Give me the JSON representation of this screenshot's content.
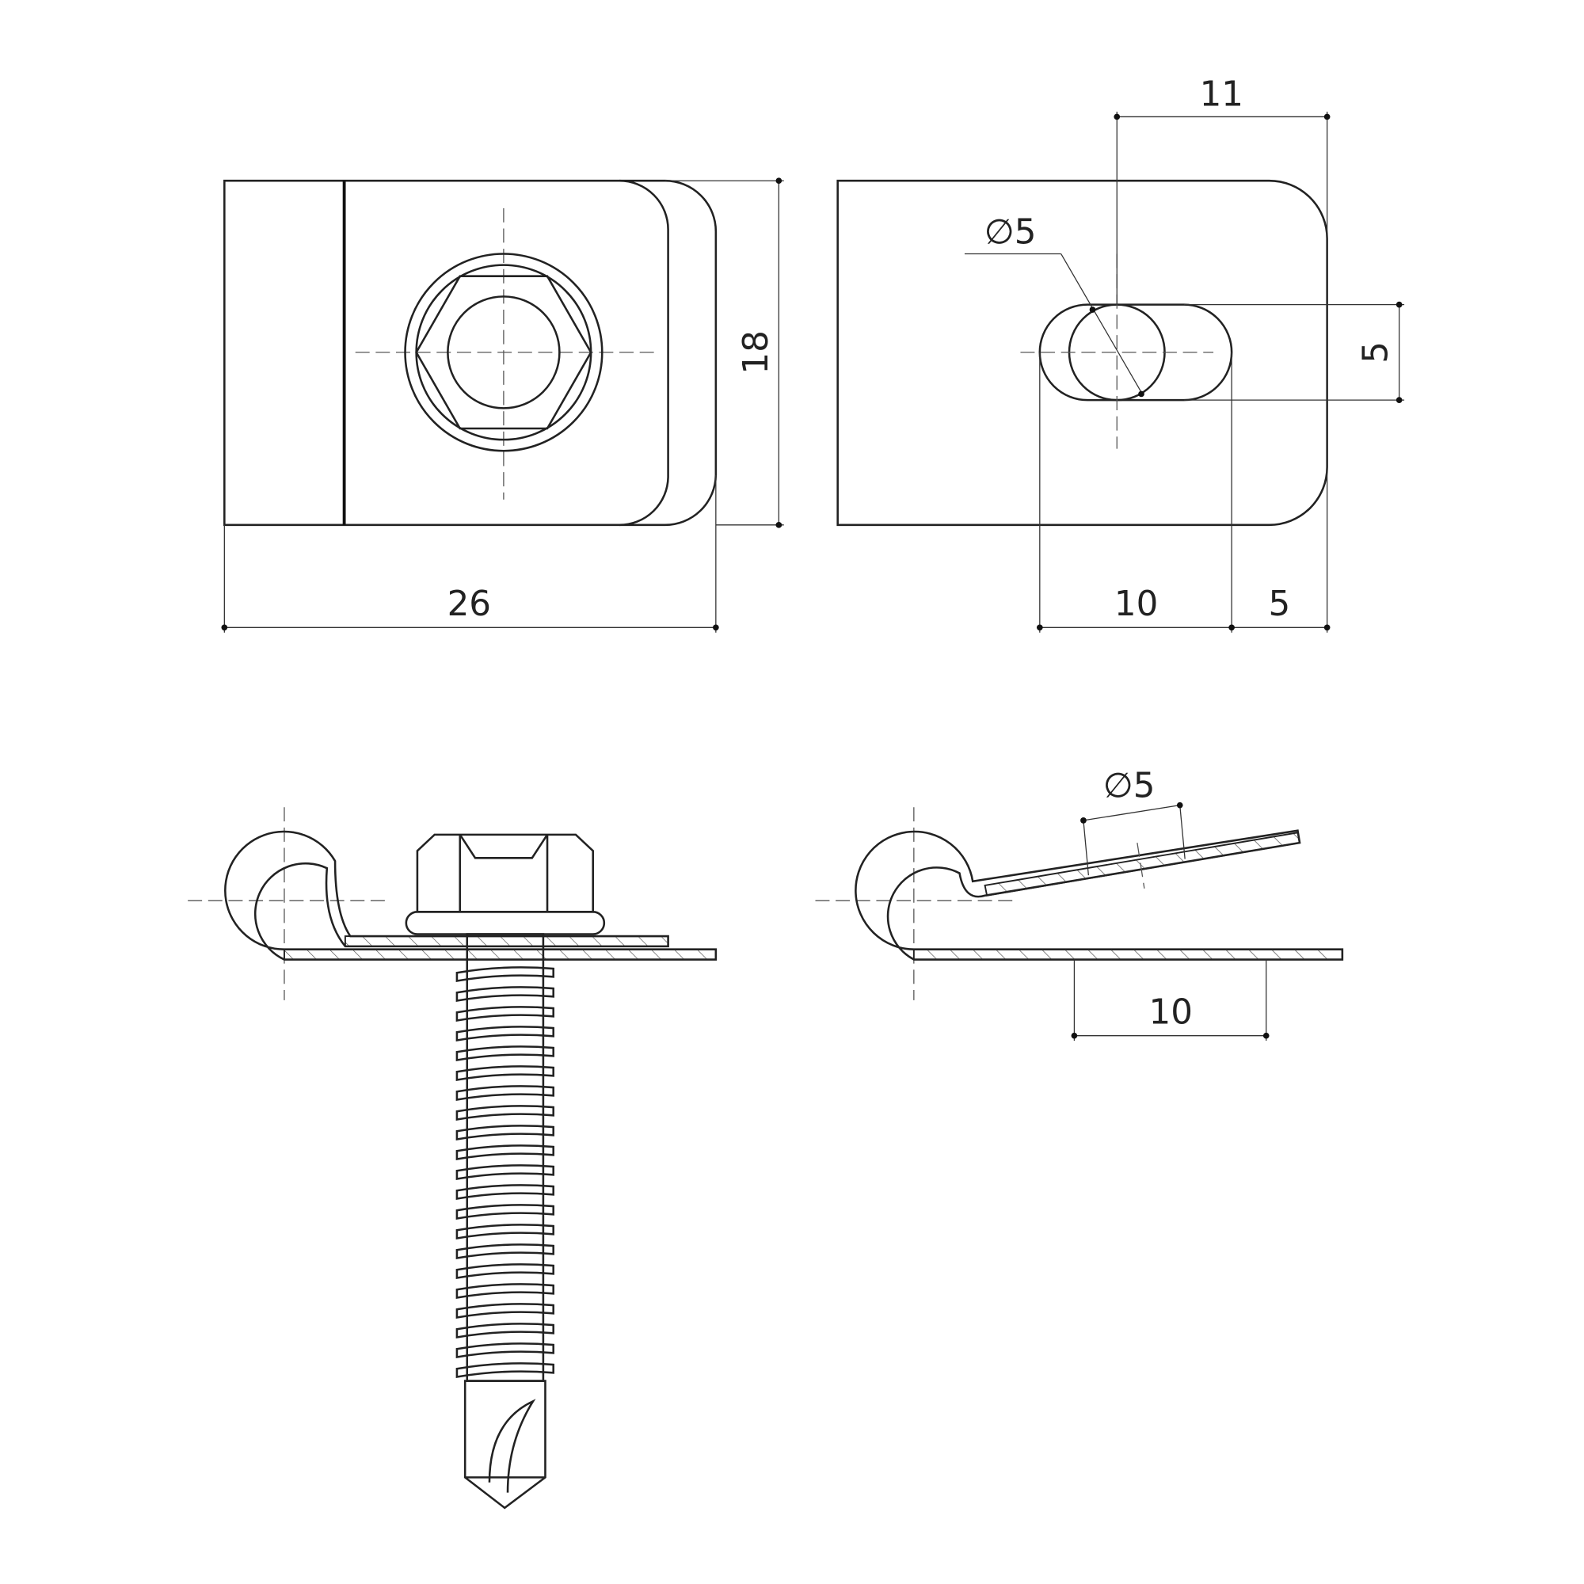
{
  "drawing": {
    "front_view": {
      "height_dim": "18",
      "width_dim": "26"
    },
    "rear_view": {
      "top_dim": "11",
      "hole_diameter": "∅5",
      "slot_height": "5",
      "slot_length": "10",
      "edge_dim": "5"
    },
    "side_view_assembly": {},
    "side_view_clip": {
      "hole_diameter": "∅5",
      "slot_length": "10"
    }
  }
}
